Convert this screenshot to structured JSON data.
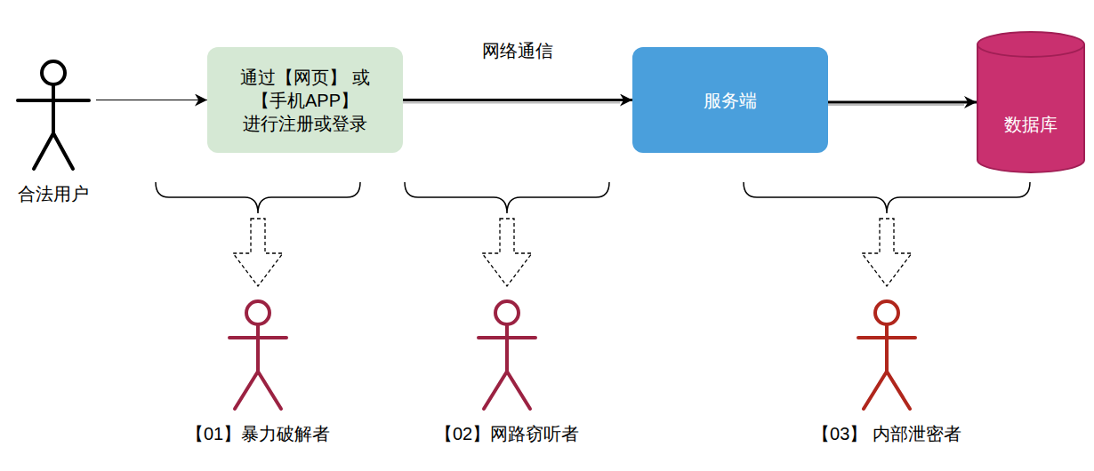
{
  "diagram": {
    "nodes": [
      {
        "text": [
          "合法用户"
        ]
      },
      {
        "text": [
          "通过【网页】 或【手机APP】 进行注册或登录"
        ]
      },
      {
        "text": [
          "服务端"
        ]
      },
      {
        "text": [
          "数据库"
        ]
      },
      {
        "text": [
          "【01】暴力破解者"
        ]
      },
      {
        "text": [
          "【02】网路窃听者"
        ]
      },
      {
        "text": [
          "【03】 内部泄密者"
        ]
      }
    ],
    "edges": [
      {
        "from": 0,
        "to": 1,
        "arrow": "to"
      },
      {
        "from": 1,
        "to": 2,
        "label": "网络通信",
        "arrow": "to"
      },
      {
        "from": 2,
        "to": 3,
        "arrow": "to"
      }
    ]
  }
}
